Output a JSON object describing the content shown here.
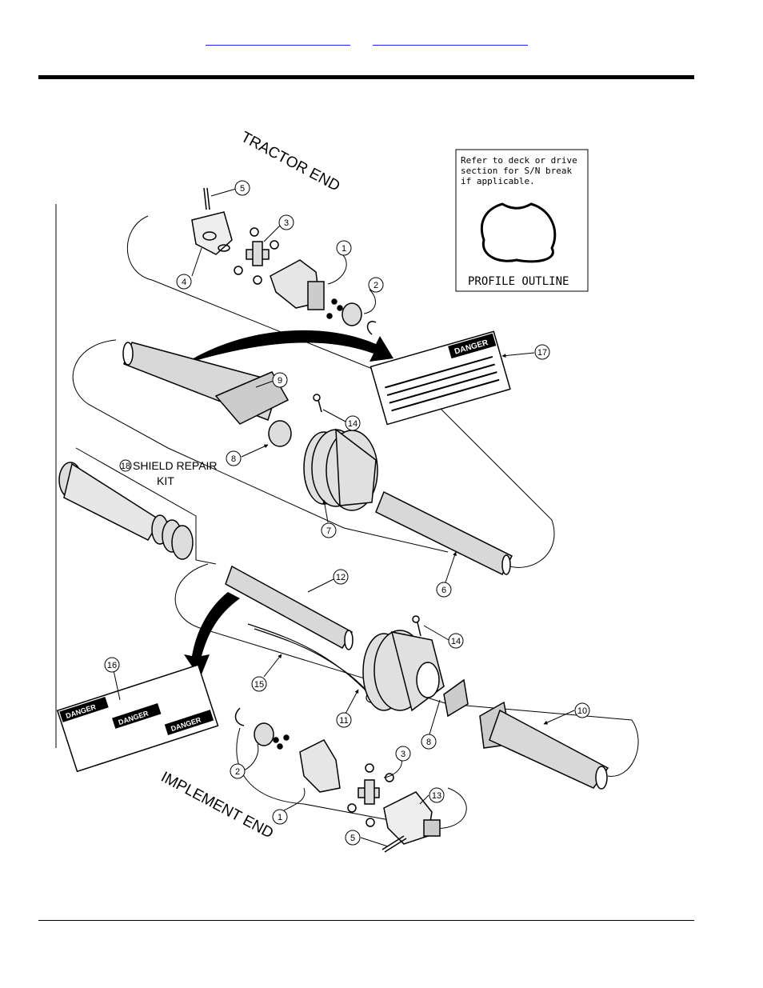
{
  "nav_links": [
    "",
    ""
  ],
  "diagram": {
    "tractor_end": "TRACTOR END",
    "implement_end": "IMPLEMENT END",
    "shield_kit_line1": "SHIELD REPAIR",
    "shield_kit_line2": "KIT",
    "shield_kit_number": "18",
    "note_lines": [
      "Refer to deck or drive",
      "section for S/N break",
      "if applicable."
    ],
    "profile_label": "PROFILE OUTLINE",
    "decal_word": "DANGER",
    "callouts": [
      "5",
      "3",
      "1",
      "4",
      "2",
      "17",
      "9",
      "14",
      "8",
      "7",
      "6",
      "12",
      "14",
      "16",
      "15",
      "11",
      "8",
      "10",
      "3",
      "2",
      "1",
      "13",
      "5"
    ]
  }
}
